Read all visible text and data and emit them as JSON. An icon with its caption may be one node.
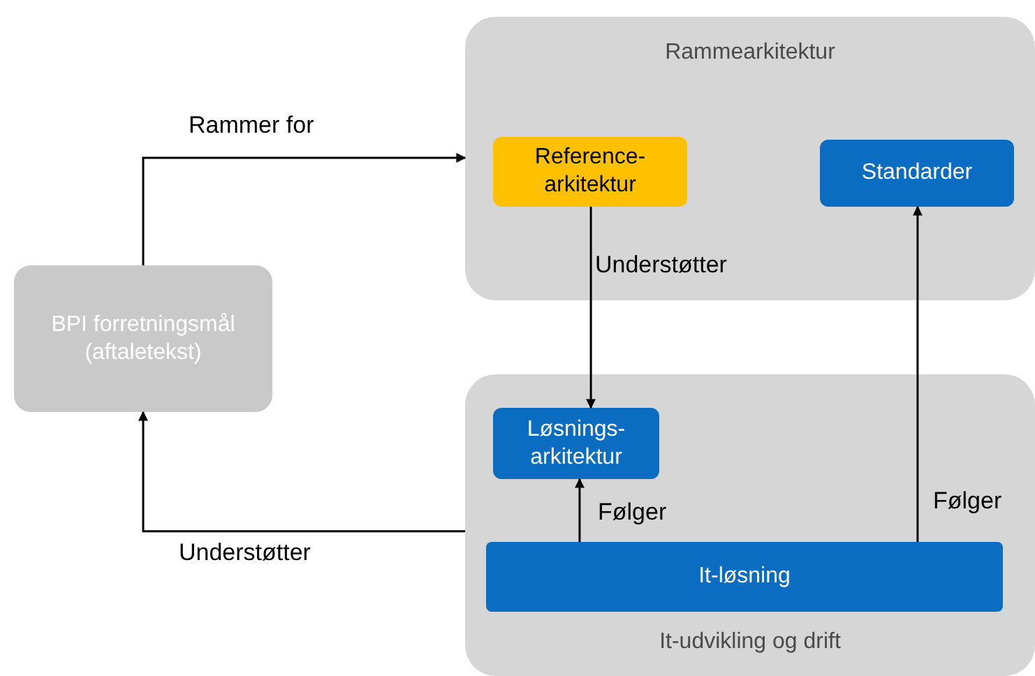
{
  "diagram": {
    "nodes": [
      {
        "text": [
          "Rammearkitektur"
        ]
      },
      {
        "text": [
          "Reference-arkitektur"
        ],
        "in": 0
      },
      {
        "text": [
          "Standarder"
        ],
        "in": 0
      },
      {
        "text": [
          "BPI forretningsmål (aftaletekst)"
        ]
      },
      {
        "text": [
          "It-udvikling og drift"
        ]
      },
      {
        "text": [
          "Løsnings-arkitektur"
        ],
        "in": 4
      },
      {
        "text": [
          "It-løsning"
        ],
        "in": 4
      }
    ],
    "edges": [
      {
        "from": 3,
        "to": 0,
        "arrow": "to",
        "label": "Rammer for"
      },
      {
        "from": 1,
        "to": 5,
        "arrow": "to",
        "label": "Understøtter"
      },
      {
        "from": 6,
        "to": 5,
        "arrow": "to",
        "label": "Følger"
      },
      {
        "from": 6,
        "to": 2,
        "arrow": "to",
        "label": "Følger"
      },
      {
        "from": 4,
        "to": 3,
        "arrow": "to",
        "label": "Understøtter"
      }
    ]
  }
}
